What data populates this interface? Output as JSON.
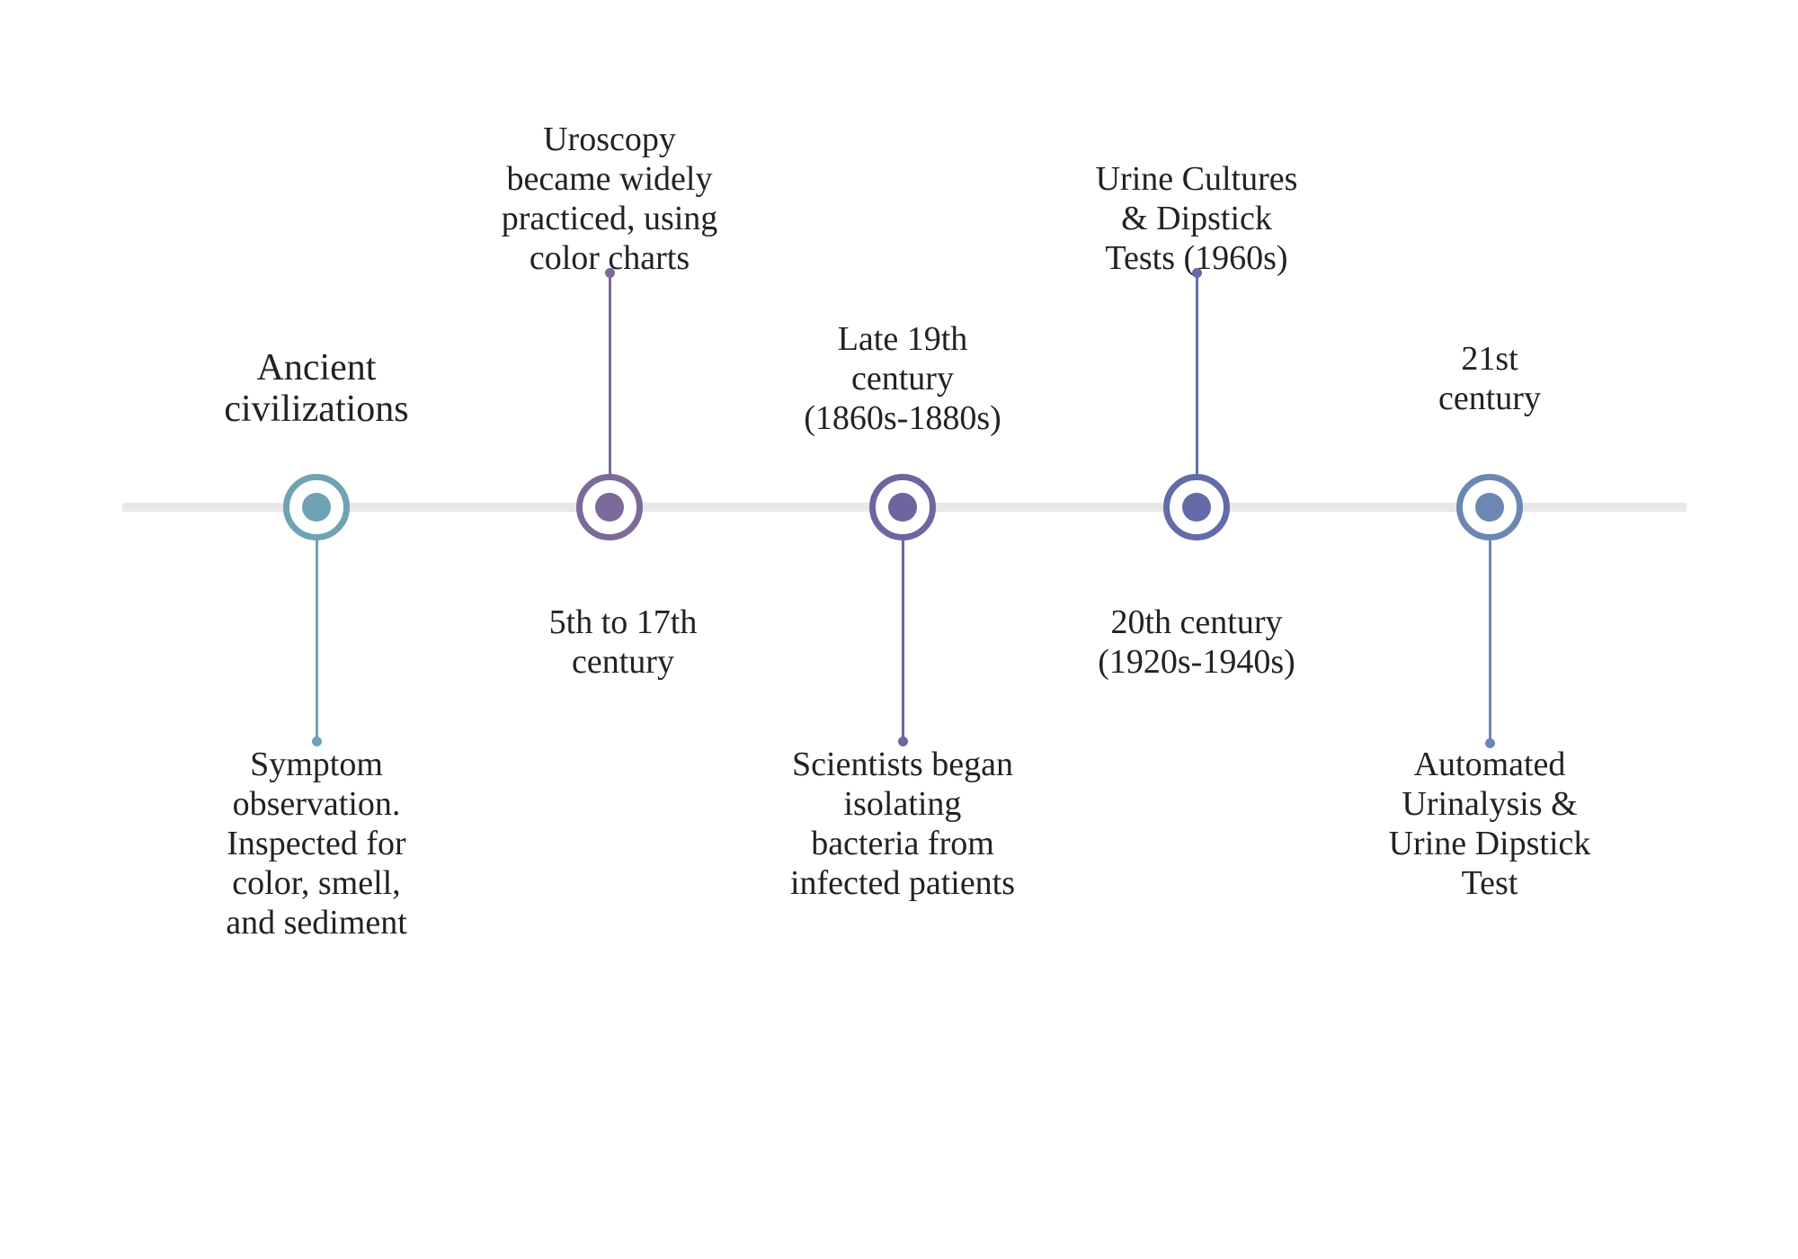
{
  "timeline": {
    "milestones": [
      {
        "era": "Ancient\ncivilizations",
        "event": "Symptom\nobservation.\nInspected for\ncolor, smell,\nand sediment",
        "color": "#6fa3b3",
        "dot_color": "#6fa3b3"
      },
      {
        "era": "5th to 17th\ncentury",
        "event": "Uroscopy\nbecame widely\npracticed, using\ncolor charts",
        "color": "#7c6a9a",
        "dot_color": "#7c6a9a"
      },
      {
        "era": "Late 19th\ncentury\n(1860s-1880s)",
        "event": "Scientists began\nisolating\nbacteria from\ninfected patients",
        "color": "#6e65a0",
        "dot_color": "#6e65a0"
      },
      {
        "era": "20th century\n(1920s-1940s)",
        "event": "Urine Cultures\n& Dipstick\nTests (1960s)",
        "color": "#636ba8",
        "dot_color": "#636ba8"
      },
      {
        "era": "21st\ncentury",
        "event": "Automated\nUrinalysis &\nUrine Dipstick\nTest",
        "color": "#6c87b3",
        "dot_color": "#6c87b3"
      }
    ]
  }
}
